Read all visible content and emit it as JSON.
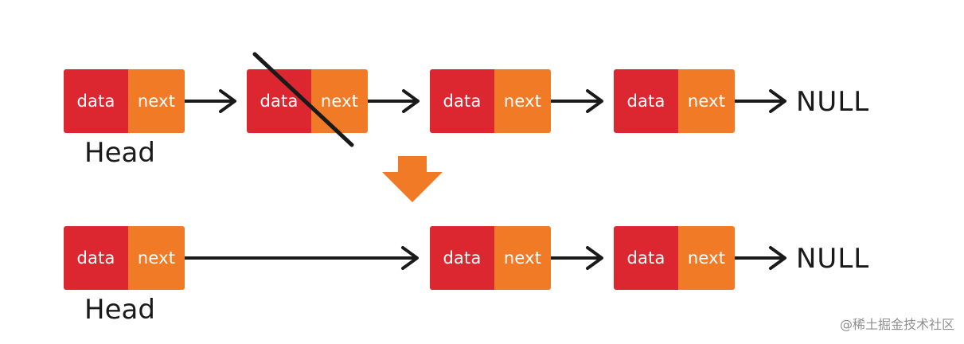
{
  "colors": {
    "data_cell": "#dc2731",
    "next_cell": "#f07a25",
    "ink": "#1a1a1a",
    "step_arrow": "#f07a25"
  },
  "node": {
    "data_label": "data",
    "next_label": "next"
  },
  "head_label": "Head",
  "null_label": "NULL",
  "before": {
    "nodes": 4,
    "deleted_node_index": 1
  },
  "after": {
    "nodes": 3
  },
  "watermark": "@稀土掘金技术社区"
}
